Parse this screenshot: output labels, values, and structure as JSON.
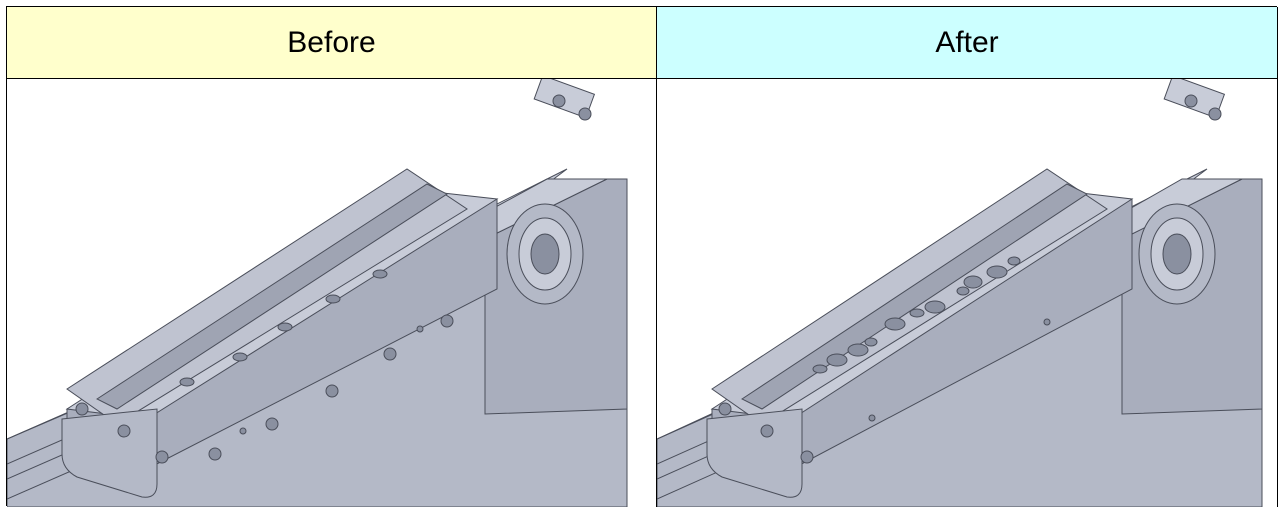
{
  "table": {
    "columns": [
      {
        "header": "Before",
        "color": "#FFFFCC"
      },
      {
        "header": "After",
        "color": "#CCFFFF"
      }
    ]
  },
  "images": [
    {
      "name": "actuator-before-image",
      "hole_pattern": "small-spaced-holes"
    },
    {
      "name": "actuator-after-image",
      "hole_pattern": "counterbored-hole-groups"
    }
  ],
  "colors": {
    "metal_light": "#C8CCD8",
    "metal_mid": "#A9AEBD",
    "metal_dark": "#8A90A0",
    "edge": "#4A4E5A"
  }
}
